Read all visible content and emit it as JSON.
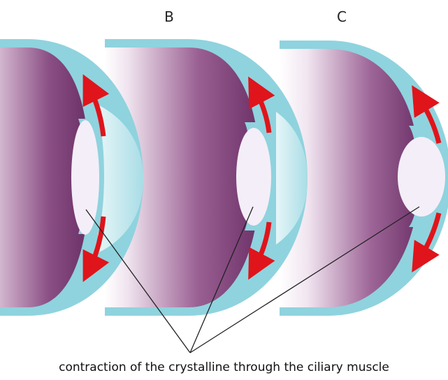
{
  "panel_labels": {
    "b": "B",
    "c": "C"
  },
  "caption": "contraction of the crystalline through the ciliary muscle",
  "colors": {
    "background": "#ffffff",
    "eyeball_dark": "#6e3469",
    "eyeball_light": "#f3e8f2",
    "sclera_blue": "#8fd3de",
    "cornea_light": "#d9f1f4",
    "lens": "#f4eef8",
    "arrow_red": "#e0141b",
    "pointer_line": "#222222"
  }
}
